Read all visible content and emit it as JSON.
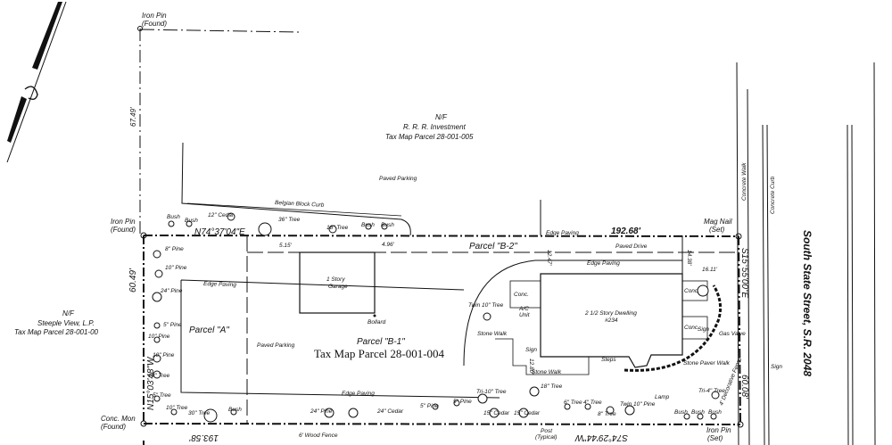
{
  "labels": {
    "iron_pin_found_top_1": "Iron Pin",
    "iron_pin_found_top_2": "(Found)",
    "iron_pin_found_left_1": "Iron Pin",
    "iron_pin_found_left_2": "(Found)",
    "conc_mon_1": "Conc. Mon",
    "conc_mon_2": "(Found)",
    "iron_pin_set_1": "Iron Pin",
    "iron_pin_set_2": "(Set)",
    "mag_nail_1": "Mag Nail",
    "mag_nail_2": "(Set)",
    "dist_top_left": "67.49'",
    "dist_left_60": "60.49'",
    "north_owner_1": "N/F",
    "north_owner_2": "R. R. R. Investment",
    "north_owner_3": "Tax Map Parcel 28-001-005",
    "west_owner_1": "N/F",
    "west_owner_2": "Steeple View, L.P.",
    "west_owner_3": "Tax Map Parcel 28-001-00",
    "paved_parking_top": "Paved Parking",
    "belgian_curb": "Belgian Block Curb",
    "bearing_north": "N74°37'04\"E",
    "dist_north": "192.68'",
    "edge_paving_top": "Edge Paving",
    "parcel_b2": "Parcel \"B-2\"",
    "paved_drive": "Paved Drive",
    "edge_paving_drive": "Edge Paving",
    "bearing_east": "S15°55'00\"E",
    "dist_east": "60.08'",
    "garage_1": "1 Story",
    "garage_2": "Garage",
    "bollard": "Bollard",
    "edge_paving_a": "Edge Paving",
    "parcel_a": "Parcel \"A\"",
    "paved_parking_a": "Paved Parking",
    "parcel_b1": "Parcel \"B-1\"",
    "tax_parcel": "Tax Map Parcel 28-001-004",
    "edge_paving_bottom": "Edge Paving",
    "dwelling_1": "2 1/2 Story Dwelling",
    "dwelling_2": "#234",
    "conc_1": "Conc.",
    "conc_2": "Conc.",
    "conc_3": "Conc.",
    "ac_unit_1": "A/C",
    "ac_unit_2": "Unit",
    "stone_walk_1": "Stone Walk",
    "stone_walk_2": "Stone Walk",
    "sign_1": "Sign",
    "sign_2": "Sign",
    "sign_3": "Sign",
    "steps": "Steps",
    "lamp": "Lamp",
    "gas_valve": "Gas Valve",
    "stone_paver_walk": "Stone Paver Walk",
    "decorative_fence": "4' Decorative Fence",
    "concrete_walk": "Concrete Walk",
    "concrete_curb": "Concrete Curb",
    "street_name": "South State Street, S.R. 2048",
    "bearing_west": "N15°03'48\"W",
    "bearing_south": "S74°29'44\"W",
    "dist_south": "193.58'",
    "wood_fence": "6' Wood Fence",
    "post_1": "Post",
    "post_2": "(Typical)",
    "dim_515": "5.15'",
    "dim_496": "4.96'",
    "dim_1247": "12.47'",
    "dim_1438": "14.38'",
    "dim_1611": "16.11'",
    "dim_1280": "12.80'",
    "tree_bush1": "Bush",
    "tree_bush2": "Bush",
    "tree_cedar12": "12\" Cedar",
    "tree_36": "36\" Tree",
    "tree_18": "18\" Tree",
    "tree_bush3": "Bush",
    "tree_bush4": "Bush",
    "tree_8pine": "8\" Pine",
    "tree_10pine": "10\" Pine",
    "tree_24pine": "24\" Pine",
    "tree_5pine": "5\" Pine",
    "tree_10pine2": "10\" Pine",
    "tree_10pine3": "10\" Pine",
    "tree_10tree": "10\" Tree",
    "tree_5tree": "5\" Tree",
    "tree_10tree2": "10\" Tree",
    "tree_30tree": "30\" Tree",
    "tree_bush5": "Bush",
    "tree_24pine2": "24\" Pine",
    "tree_24cedar": "24\" Cedar",
    "tree_5pine2": "5\" Pine",
    "tree_5pine3": "5\" Pine",
    "tree_tri10": "Tri-10\" Tree",
    "tree_15cedar": "15\" Cedar",
    "tree_15cedar2": "15\" Cedar",
    "tree_18tree": "18\" Tree",
    "tree_6tree": "6\" Tree",
    "tree_4tree": "4\" Tree",
    "tree_8tree": "8\" Tree",
    "tree_twin10tree": "Twin 10\" Tree",
    "tree_twin10pine": "Twin 10\" Pine",
    "tree_tri4": "Tri-4\" Tree",
    "tree_bush6": "Bush",
    "tree_bush7": "Bush",
    "tree_bush8": "Bush"
  }
}
